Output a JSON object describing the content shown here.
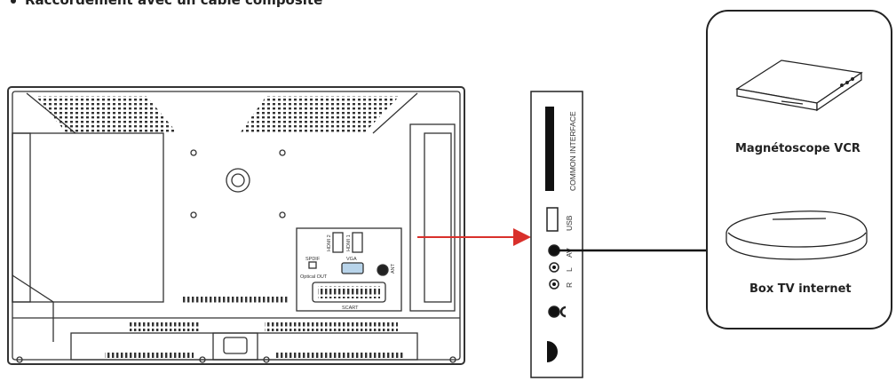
{
  "heading": "Raccordement avec un câble composite",
  "tv_back": {
    "hdmi2": "HDMI 2",
    "hdmi1": "HDMI 1",
    "spdif": "SPDIF",
    "vga": "VGA",
    "ant": "ANT",
    "optical_out": "Optical OUT",
    "scart": "SCART"
  },
  "side_panel": {
    "common_interface": "COMMON INTERFACE",
    "usb": "USB",
    "av": "AV",
    "l": "L",
    "r": "R"
  },
  "devices": [
    {
      "label": "Magnétoscope VCR",
      "icon": "vcr-icon"
    },
    {
      "label": "Box TV internet",
      "icon": "tv-box-icon"
    }
  ],
  "colors": {
    "arrow": "#d9302b",
    "line": "#111111",
    "outline": "#333333"
  }
}
